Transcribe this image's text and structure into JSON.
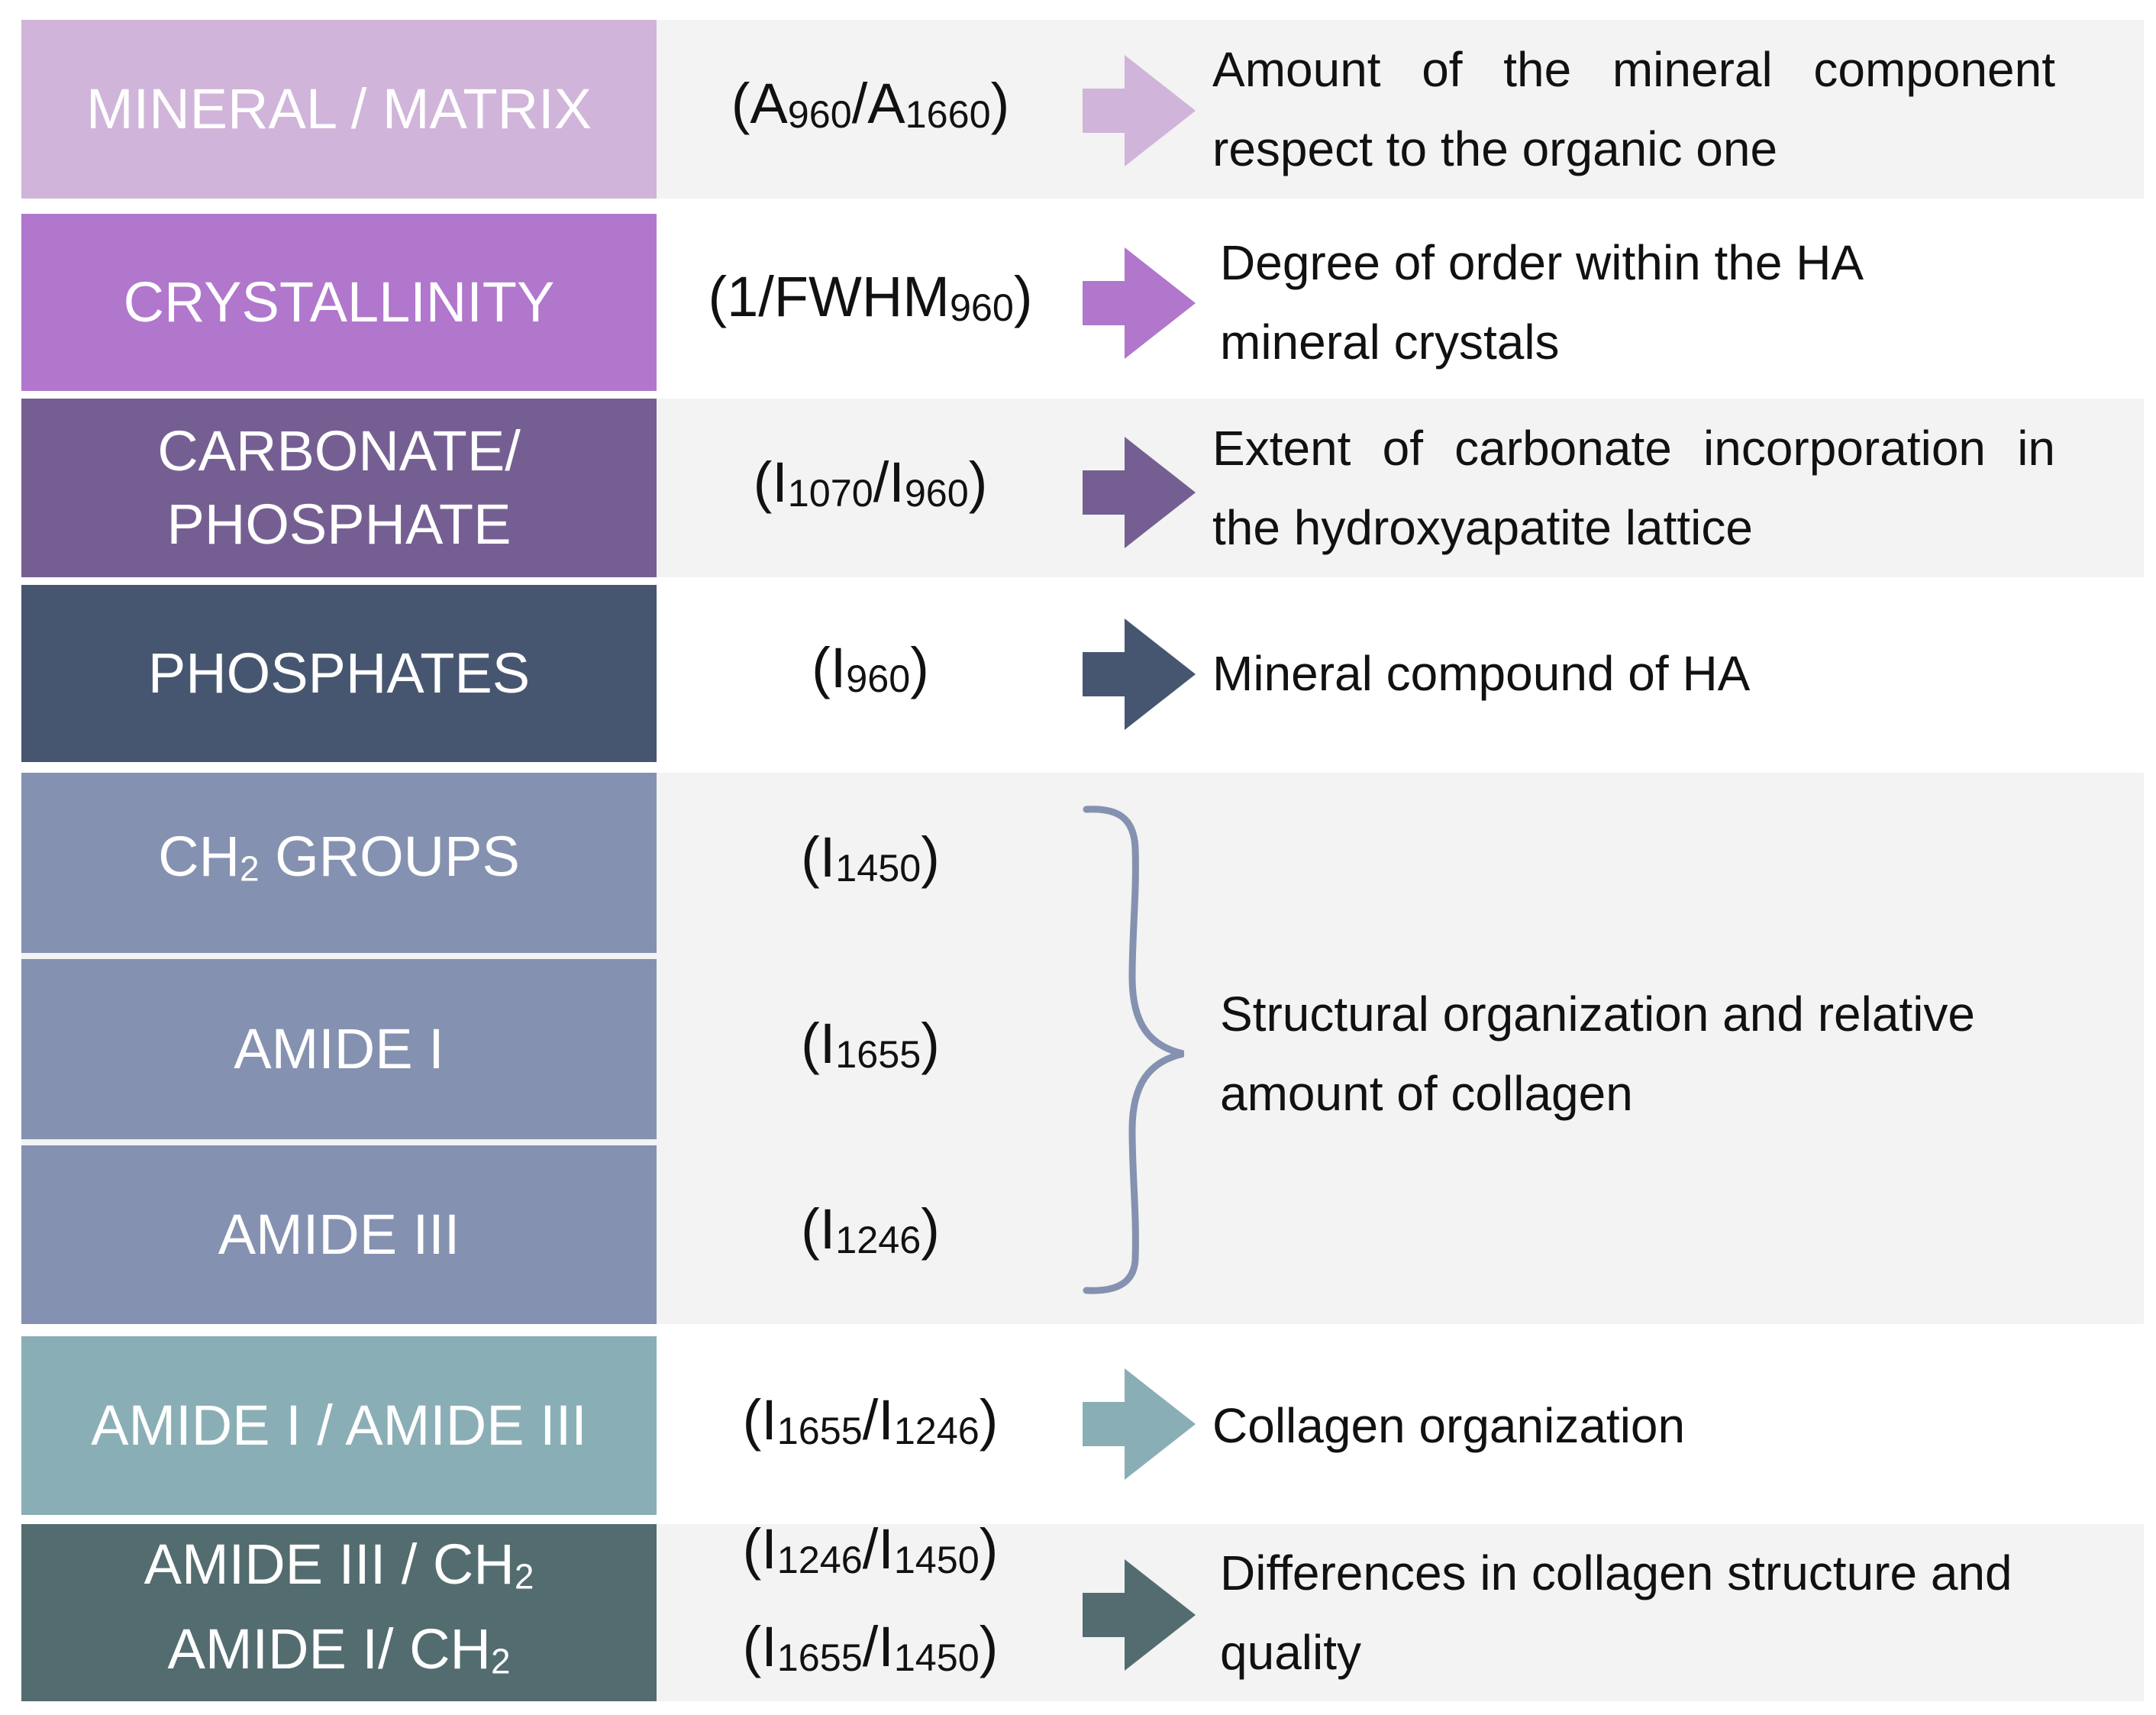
{
  "rows": [
    {
      "label_lines": [
        [
          "MINERAL / MATRIX"
        ]
      ],
      "formula_lines": [
        [
          [
            "(A",
            false
          ],
          [
            "960",
            true
          ],
          [
            "/A",
            false
          ],
          [
            "1660",
            true
          ],
          [
            ")",
            false
          ]
        ]
      ],
      "description": "Amount of the mineral component respect to the organic one",
      "color": "#d0b4d9"
    },
    {
      "label_lines": [
        [
          "CRYSTALLINITY"
        ]
      ],
      "formula_lines": [
        [
          [
            "(1/FWHM",
            false
          ],
          [
            "960",
            true
          ],
          [
            ")",
            false
          ]
        ]
      ],
      "description": "Degree of order within the HA mineral crystals",
      "color": "#b077cc"
    },
    {
      "label_lines": [
        [
          "CARBONATE/"
        ],
        [
          "PHOSPHATE"
        ]
      ],
      "formula_lines": [
        [
          [
            "(I",
            false
          ],
          [
            "1070",
            true
          ],
          [
            "/I",
            false
          ],
          [
            "960",
            true
          ],
          [
            ")",
            false
          ]
        ]
      ],
      "description": "Extent of carbonate incorporation in the hydroxyapatite lattice",
      "color": "#755f92"
    },
    {
      "label_lines": [
        [
          "PHOSPHATES"
        ]
      ],
      "formula_lines": [
        [
          [
            "(I",
            false
          ],
          [
            "960",
            true
          ],
          [
            ")",
            false
          ]
        ]
      ],
      "description": "Mineral compound of HA",
      "color": "#475670"
    },
    {
      "label_lines": [
        [
          "CH",
          false,
          "2",
          " GROUPS"
        ]
      ],
      "formula_lines": [
        [
          [
            "(I",
            false
          ],
          [
            "1450",
            true
          ],
          [
            ")",
            false
          ]
        ]
      ],
      "color": "#8591b0"
    },
    {
      "label_lines": [
        [
          "AMIDE I"
        ]
      ],
      "formula_lines": [
        [
          [
            "(I",
            false
          ],
          [
            "1655",
            true
          ],
          [
            ")",
            false
          ]
        ]
      ],
      "color": "#8591b0"
    },
    {
      "label_lines": [
        [
          "AMIDE III"
        ]
      ],
      "formula_lines": [
        [
          [
            "(I",
            false
          ],
          [
            "1246",
            true
          ],
          [
            ")",
            false
          ]
        ]
      ],
      "color": "#8591b0"
    },
    {
      "label_lines": [
        [
          "AMIDE I / AMIDE III"
        ]
      ],
      "formula_lines": [
        [
          [
            "(I",
            false
          ],
          [
            "1655",
            true
          ],
          [
            "/I",
            false
          ],
          [
            "1246",
            true
          ],
          [
            ")",
            false
          ]
        ]
      ],
      "description": "Collagen organization",
      "color": "#8aaeb6"
    },
    {
      "label_lines": [
        [
          "AMIDE III / CH",
          false,
          "2",
          ""
        ],
        [
          "AMIDE I/ CH",
          false,
          "2",
          ""
        ]
      ],
      "formula_lines": [
        [
          [
            "(I",
            false
          ],
          [
            "1246",
            true
          ],
          [
            "/I",
            false
          ],
          [
            "1450",
            true
          ],
          [
            ")",
            false
          ]
        ],
        [
          [
            "(I",
            false
          ],
          [
            "1655",
            true
          ],
          [
            "/I",
            false
          ],
          [
            "1450",
            true
          ],
          [
            ")",
            false
          ]
        ]
      ],
      "description": "Differences in collagen structure and quality",
      "color": "#536c70"
    }
  ],
  "group_description": "Structural organization and relative amount of collagen",
  "group_bracket_color": "#8591b0",
  "background_color": "#f2f3f2"
}
